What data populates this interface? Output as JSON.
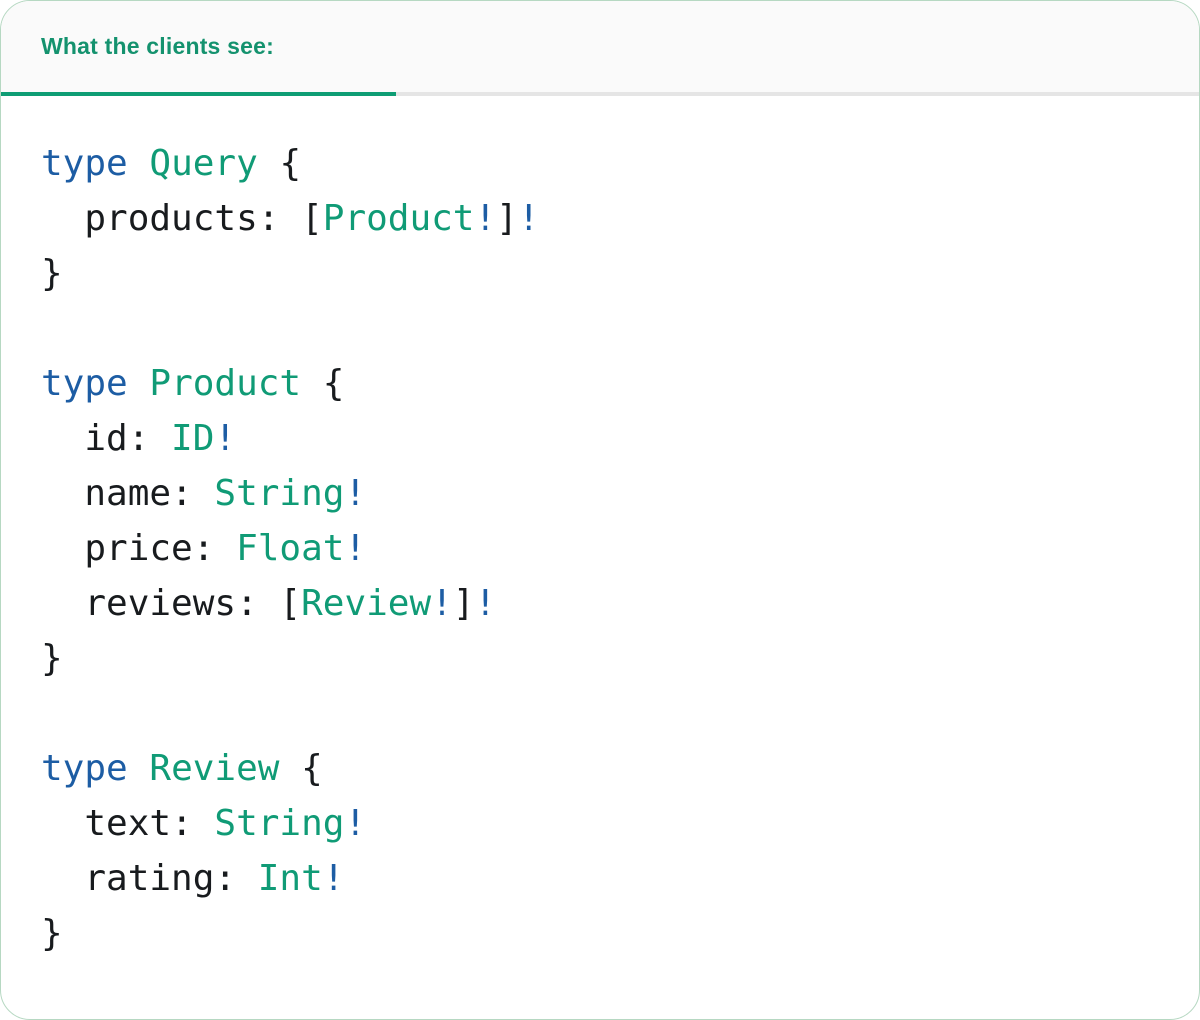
{
  "card": {
    "header": {
      "title": "What the clients see:"
    },
    "code": {
      "language": "graphql",
      "lines": [
        {
          "tokens": [
            {
              "t": "type",
              "c": "keyword"
            },
            {
              "t": " ",
              "c": "plain"
            },
            {
              "t": "Query",
              "c": "type"
            },
            {
              "t": " {",
              "c": "plain"
            }
          ]
        },
        {
          "tokens": [
            {
              "t": "  products: [",
              "c": "plain"
            },
            {
              "t": "Product",
              "c": "type"
            },
            {
              "t": "!",
              "c": "bang"
            },
            {
              "t": "]",
              "c": "plain"
            },
            {
              "t": "!",
              "c": "bang"
            }
          ]
        },
        {
          "tokens": [
            {
              "t": "}",
              "c": "plain"
            }
          ]
        },
        {
          "tokens": []
        },
        {
          "tokens": [
            {
              "t": "type",
              "c": "keyword"
            },
            {
              "t": " ",
              "c": "plain"
            },
            {
              "t": "Product",
              "c": "type"
            },
            {
              "t": " {",
              "c": "plain"
            }
          ]
        },
        {
          "tokens": [
            {
              "t": "  id: ",
              "c": "plain"
            },
            {
              "t": "ID",
              "c": "type"
            },
            {
              "t": "!",
              "c": "bang"
            }
          ]
        },
        {
          "tokens": [
            {
              "t": "  name: ",
              "c": "plain"
            },
            {
              "t": "String",
              "c": "type"
            },
            {
              "t": "!",
              "c": "bang"
            }
          ]
        },
        {
          "tokens": [
            {
              "t": "  price: ",
              "c": "plain"
            },
            {
              "t": "Float",
              "c": "type"
            },
            {
              "t": "!",
              "c": "bang"
            }
          ]
        },
        {
          "tokens": [
            {
              "t": "  reviews: [",
              "c": "plain"
            },
            {
              "t": "Review",
              "c": "type"
            },
            {
              "t": "!",
              "c": "bang"
            },
            {
              "t": "]",
              "c": "plain"
            },
            {
              "t": "!",
              "c": "bang"
            }
          ]
        },
        {
          "tokens": [
            {
              "t": "}",
              "c": "plain"
            }
          ]
        },
        {
          "tokens": []
        },
        {
          "tokens": [
            {
              "t": "type",
              "c": "keyword"
            },
            {
              "t": " ",
              "c": "plain"
            },
            {
              "t": "Review",
              "c": "type"
            },
            {
              "t": " {",
              "c": "plain"
            }
          ]
        },
        {
          "tokens": [
            {
              "t": "  text: ",
              "c": "plain"
            },
            {
              "t": "String",
              "c": "type"
            },
            {
              "t": "!",
              "c": "bang"
            }
          ]
        },
        {
          "tokens": [
            {
              "t": "  rating: ",
              "c": "plain"
            },
            {
              "t": "Int",
              "c": "type"
            },
            {
              "t": "!",
              "c": "bang"
            }
          ]
        },
        {
          "tokens": [
            {
              "t": "}",
              "c": "plain"
            }
          ]
        }
      ]
    }
  },
  "colors": {
    "card_bg": "#ffffff",
    "card_border": "#b6d8c2",
    "header_bg": "#fafafa",
    "header_text": "#14926e",
    "tab_underline": "#0e9d74",
    "divider": "#e5e5e5",
    "code_plain": "#181b1e",
    "code_keyword": "#1d5da4",
    "code_type": "#109b76",
    "code_bang": "#1d5da4"
  }
}
